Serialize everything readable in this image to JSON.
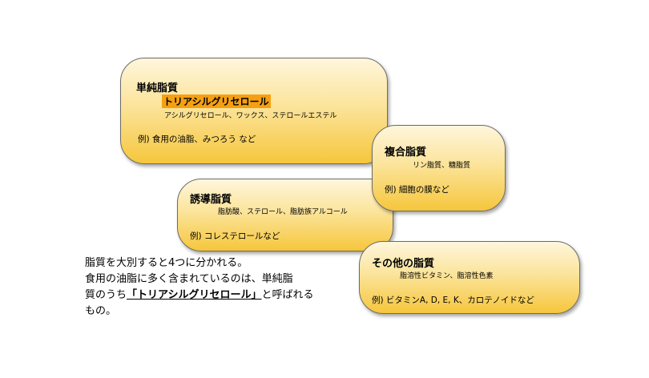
{
  "boxes": {
    "simple": {
      "title": "単純脂質",
      "highlight": "トリアシルグリセロール",
      "sub": "アシルグリセロール、ワックス、ステロールエステル",
      "example": "例) 食用の油脂、みつろう など"
    },
    "complex": {
      "title": "複合脂質",
      "sub": "リン脂質、糖脂質",
      "example": "例) 細胞の膜など"
    },
    "derived": {
      "title": "誘導脂質",
      "sub": "脂肪酸、ステロール、脂肪族アルコール",
      "example": "例) コレステロールなど"
    },
    "other": {
      "title": "その他の脂質",
      "sub": "脂溶性ビタミン、脂溶性色素",
      "example": "例) ビタミンA, D, E, K、カロテノイドなど"
    }
  },
  "summary": {
    "line1": "脂質を大別すると4つに分かれる。",
    "line2": "食用の油脂に多く含まれているのは、単純脂",
    "line3_pre": "質のうち",
    "line3_strong": "「トリアシルグリセロール」",
    "line3_post": "と呼ばれる",
    "line4": "もの。"
  },
  "colors": {
    "box_top": "#fff6dc",
    "box_bottom": "#f6c63c",
    "highlight": "#f5a012",
    "border": "#6b6b6b"
  }
}
